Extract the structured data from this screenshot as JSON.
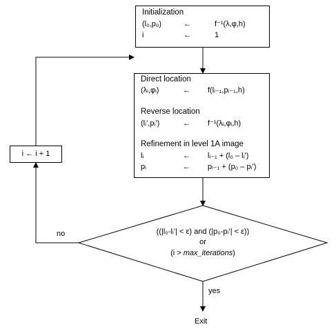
{
  "colors": {
    "stroke": "#000000",
    "background": "#ffffff"
  },
  "init": {
    "title": "Initialization",
    "row1": {
      "lhs": "(l₀,p₀)",
      "arrow": "←",
      "rhs": "f⁻¹(λ,φ,h)"
    },
    "row2": {
      "lhs": "i",
      "arrow": "←",
      "rhs": "1"
    }
  },
  "main": {
    "direct_title": "Direct location",
    "direct_row": {
      "lhs": "(λᵢ,φᵢ)",
      "arrow": "←",
      "rhs": "f(lᵢ₋₁,pᵢ₋₁,h)"
    },
    "reverse_title": "Reverse location",
    "reverse_row": {
      "lhs": "(lᵢ’,pᵢ’)",
      "arrow": "←",
      "rhs": "f⁻¹(λᵢ,φᵢ,h)"
    },
    "refine_title": "Refinement in level 1A image",
    "refine_row1": {
      "lhs": "lᵢ",
      "arrow": "←",
      "rhs": "lᵢ₋₁ + (l₀ – lᵢ’)"
    },
    "refine_row2": {
      "lhs": "pᵢ",
      "arrow": "←",
      "rhs": "pᵢ₋₁ + (p₀ – pᵢ’)"
    }
  },
  "increment": {
    "label": "i ← i + 1"
  },
  "decision": {
    "line1": "((|l₀-lᵢ’| < ε) and (|p₀-pᵢ’| < ε))",
    "line2": "or",
    "line3_pre": "(i > ",
    "line3_var": "max_iterations",
    "line3_post": ")"
  },
  "branches": {
    "no": "no",
    "yes": "yes"
  },
  "terminal": {
    "exit": "Exit"
  }
}
